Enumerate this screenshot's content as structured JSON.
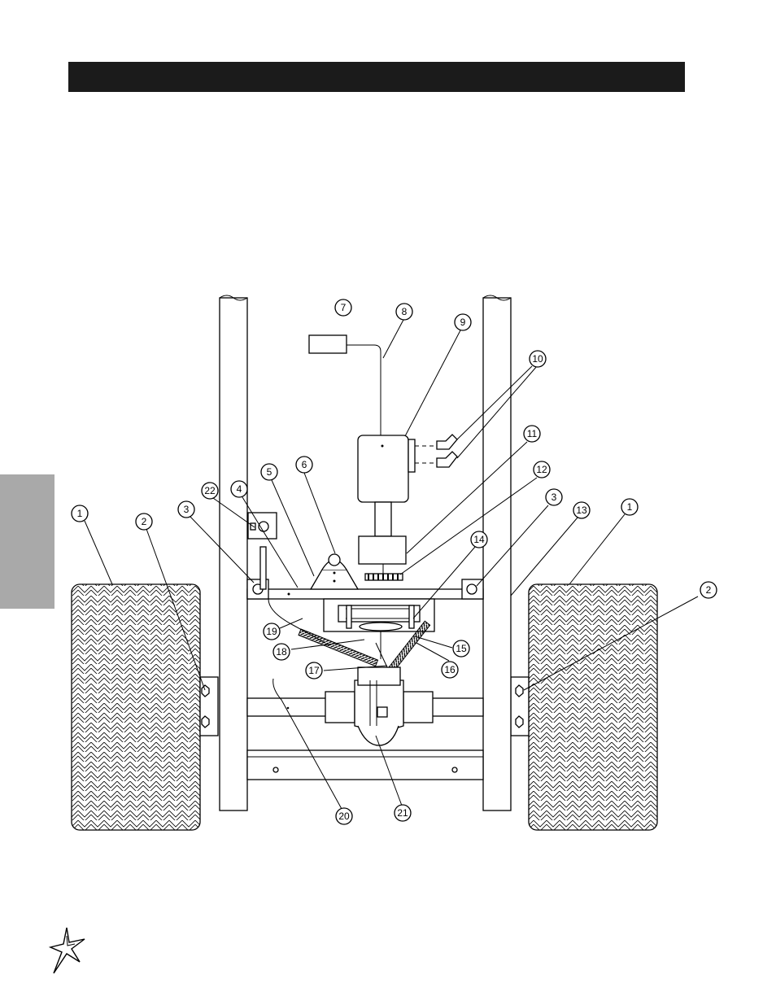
{
  "page": {
    "header_text": "",
    "side_tab_text": ""
  },
  "callouts": [
    {
      "label": "1"
    },
    {
      "label": "2"
    },
    {
      "label": "3"
    },
    {
      "label": "22"
    },
    {
      "label": "4"
    },
    {
      "label": "5"
    },
    {
      "label": "6"
    },
    {
      "label": "7"
    },
    {
      "label": "8"
    },
    {
      "label": "9"
    },
    {
      "label": "10"
    },
    {
      "label": "11"
    },
    {
      "label": "12"
    },
    {
      "label": "3"
    },
    {
      "label": "13"
    },
    {
      "label": "1"
    },
    {
      "label": "2"
    },
    {
      "label": "14"
    },
    {
      "label": "15"
    },
    {
      "label": "16"
    },
    {
      "label": "17"
    },
    {
      "label": "18"
    },
    {
      "label": "19"
    },
    {
      "label": "20"
    },
    {
      "label": "21"
    }
  ],
  "icons": {
    "logo": "star-burst-logo-icon"
  },
  "colors": {
    "header_bar": "#1b1b1b",
    "side_tab": "#a9a9a9",
    "line": "#000000"
  }
}
